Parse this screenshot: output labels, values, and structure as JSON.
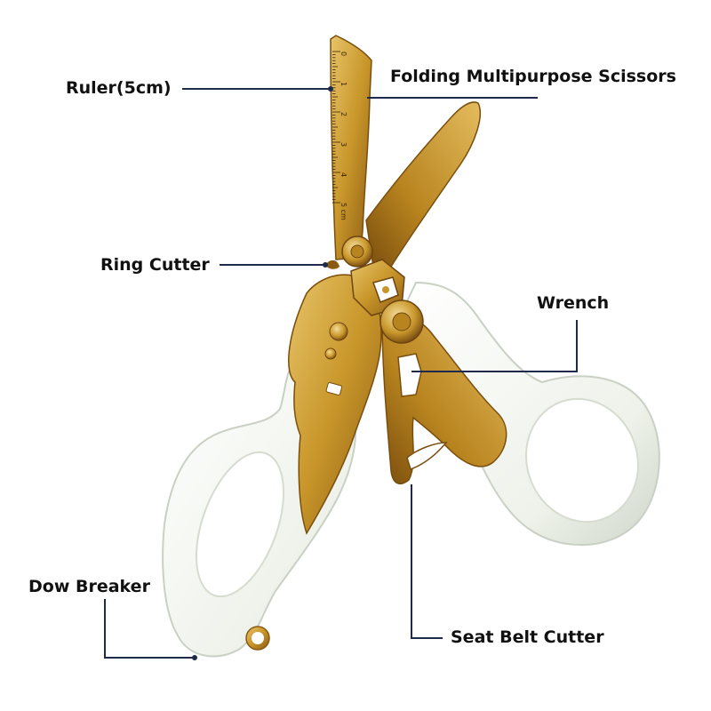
{
  "labels": {
    "ruler": "Ruler(5cm)",
    "scissors": "Folding Multipurpose Scissors",
    "ring_cutter": "Ring Cutter",
    "wrench": "Wrench",
    "dow_breaker": "Dow Breaker",
    "seat_belt_cutter": "Seat Belt Cutter"
  },
  "ruler_marks": [
    "0",
    "1",
    "2",
    "3",
    "4",
    "5 cm"
  ],
  "colors": {
    "blade": "#c8962a",
    "blade_dark": "#8a5a12",
    "blade_light": "#e4bc5e",
    "handle": "#eef2ea",
    "handle_shadow": "#c9d0c4",
    "leader": "#1f2a4a",
    "text": "#111111"
  }
}
